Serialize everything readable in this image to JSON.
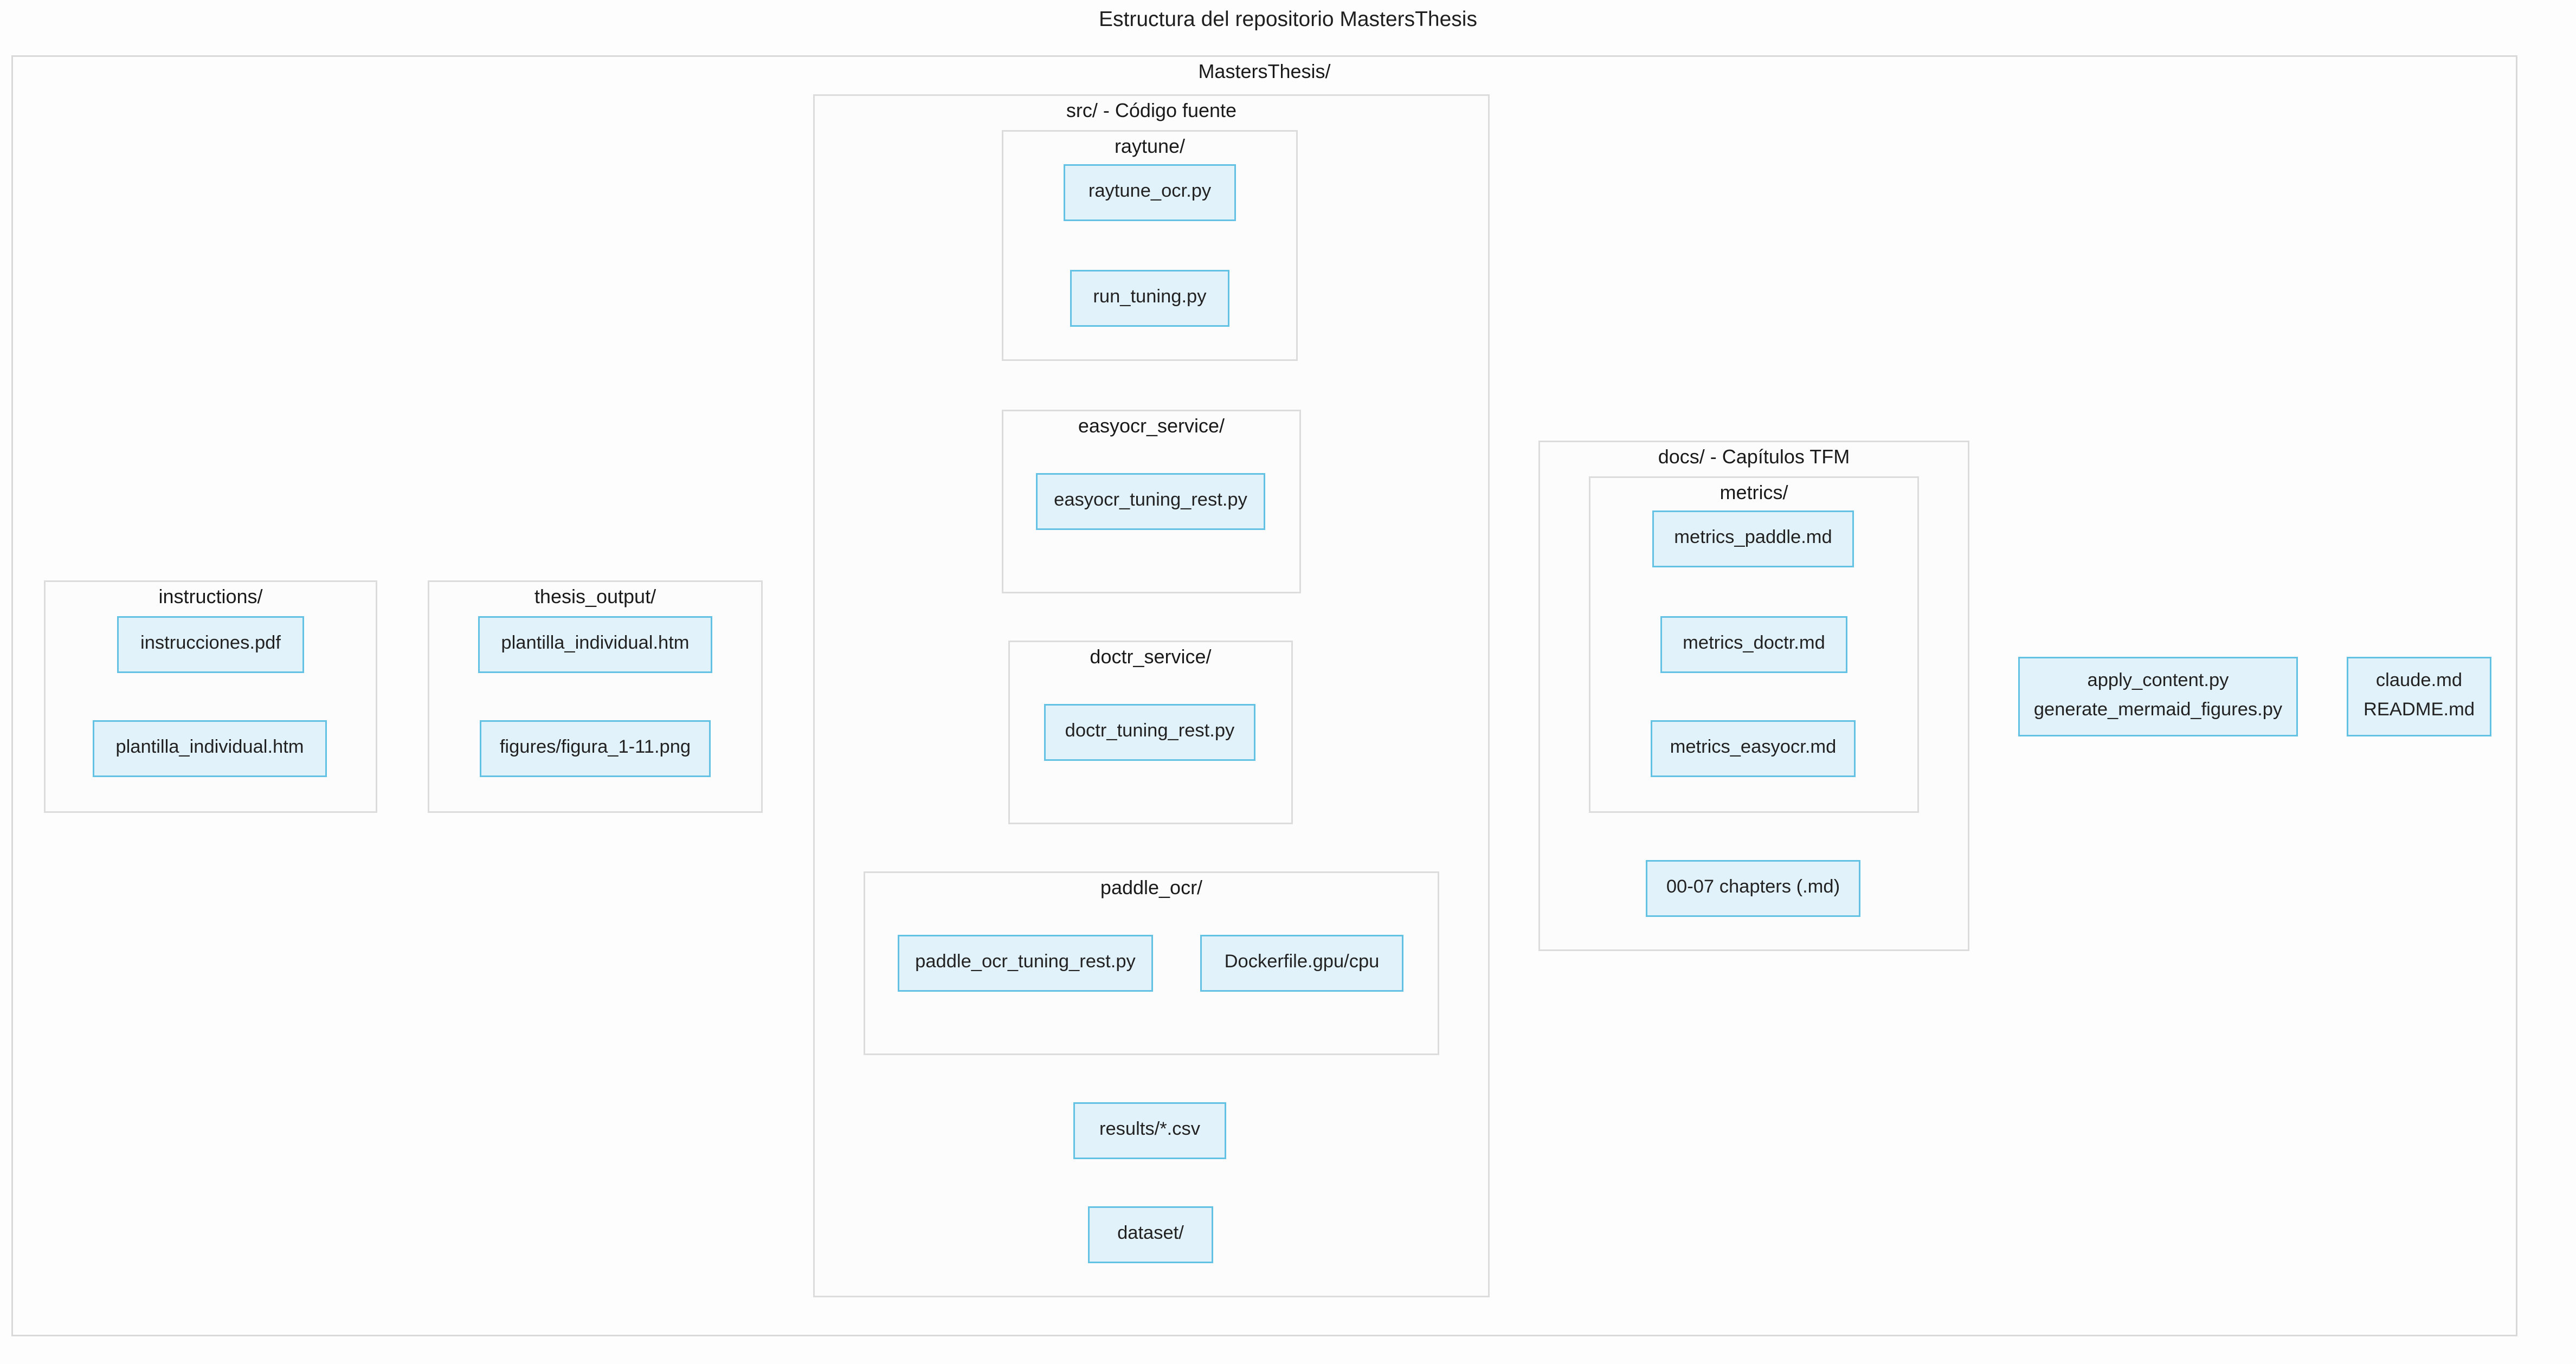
{
  "title": "Estructura del repositorio MastersThesis",
  "diagram": {
    "root": {
      "label": "MastersThesis/"
    },
    "src": {
      "label": "src/ - Código fuente",
      "raytune": {
        "label": "raytune/",
        "raytune_ocr": "raytune_ocr.py",
        "run_tuning": "run_tuning.py"
      },
      "easyocr_service": {
        "label": "easyocr_service/",
        "easyocr_tuning_rest": "easyocr_tuning_rest.py"
      },
      "doctr_service": {
        "label": "doctr_service/",
        "doctr_tuning_rest": "doctr_tuning_rest.py"
      },
      "paddle_ocr": {
        "label": "paddle_ocr/",
        "paddle_ocr_tuning_rest": "paddle_ocr_tuning_rest.py",
        "dockerfile": "Dockerfile.gpu/cpu"
      },
      "results": "results/*.csv",
      "dataset": "dataset/"
    },
    "instructions": {
      "label": "instructions/",
      "instrucciones_pdf": "instrucciones.pdf",
      "plantilla_individual": "plantilla_individual.htm"
    },
    "thesis_output": {
      "label": "thesis_output/",
      "plantilla_individual": "plantilla_individual.htm",
      "figures": "figures/figura_1-11.png"
    },
    "docs": {
      "label": "docs/ - Capítulos TFM",
      "metrics": {
        "label": "metrics/",
        "metrics_paddle": "metrics_paddle.md",
        "metrics_doctr": "metrics_doctr.md",
        "metrics_easyocr": "metrics_easyocr.md"
      },
      "chapters": "00-07 chapters (.md)"
    },
    "scripts_node": {
      "line1": "apply_content.py",
      "line2": "generate_mermaid_figures.py"
    },
    "meta_node": {
      "line1": "claude.md",
      "line2": "README.md"
    }
  },
  "colors": {
    "node_fill": "#e2f2fa",
    "node_border": "#63c1e4",
    "cluster_fill": "#fcfcfc",
    "cluster_border": "#dcdcdc",
    "page_background": "#fdfdfd"
  }
}
